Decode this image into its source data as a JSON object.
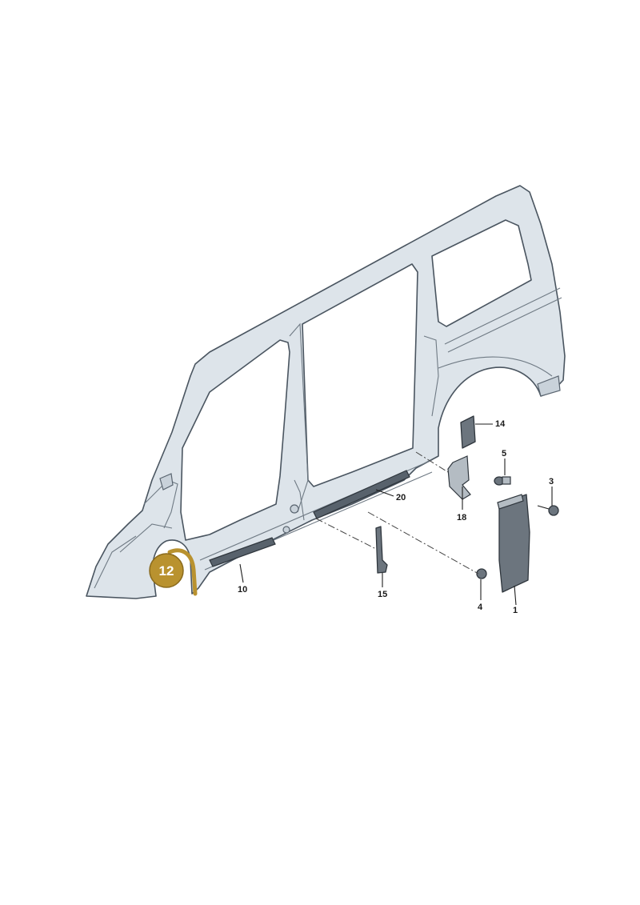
{
  "accent_color": "#b9922f",
  "highlighted_part": "12",
  "callouts": {
    "c1": "1",
    "c3": "3",
    "c4": "4",
    "c5": "5",
    "c10": "10",
    "c14": "14",
    "c15": "15",
    "c18": "18",
    "c20": "20"
  }
}
